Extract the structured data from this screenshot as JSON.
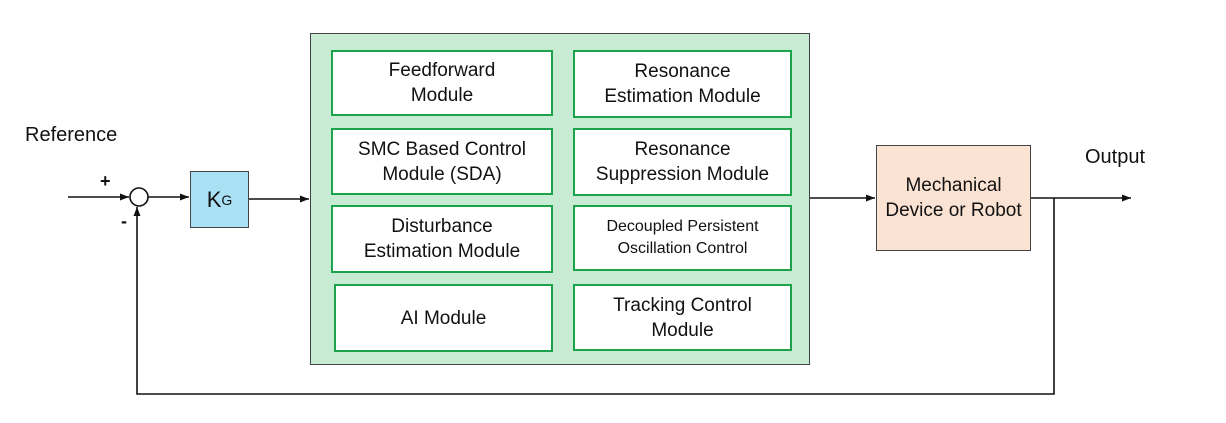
{
  "labels": {
    "reference": "Reference",
    "output": "Output",
    "plus_sign": "+",
    "minus_sign": "-"
  },
  "gain_block": {
    "main": "K",
    "subscript": "G"
  },
  "controller": {
    "modules": [
      {
        "id": "feedforward",
        "lines": [
          "Feedforward",
          "Module"
        ]
      },
      {
        "id": "resonance-estimation",
        "lines": [
          "Resonance",
          "Estimation Module"
        ]
      },
      {
        "id": "smc-control",
        "lines": [
          "SMC Based Control",
          "Module (SDA)"
        ]
      },
      {
        "id": "resonance-suppression",
        "lines": [
          "Resonance",
          "Suppression Module"
        ]
      },
      {
        "id": "disturbance-estimation",
        "lines": [
          "Disturbance",
          "Estimation Module"
        ]
      },
      {
        "id": "decoupled-oscillation",
        "lines": [
          "Decoupled Persistent",
          "Oscillation Control"
        ]
      },
      {
        "id": "ai",
        "lines": [
          "AI Module"
        ]
      },
      {
        "id": "tracking-control",
        "lines": [
          "Tracking Control",
          "Module"
        ]
      }
    ]
  },
  "plant": {
    "lines": [
      "Mechanical",
      "Device or",
      "Robot"
    ]
  },
  "colors": {
    "controller_fill": "#c8ebd3",
    "module_border": "#1aa34a",
    "gain_fill": "#a9e0f3",
    "plant_fill": "#fbe3d4",
    "line": "#111111"
  }
}
